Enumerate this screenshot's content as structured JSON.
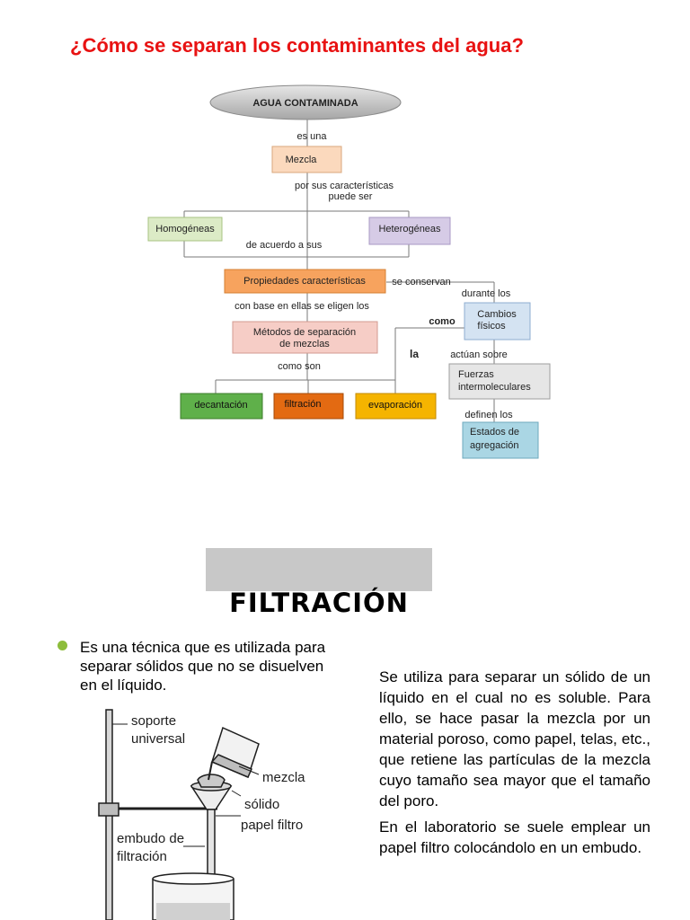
{
  "title": "¿Cómo se separan los contaminantes del agua?",
  "concept_map": {
    "root": "AGUA CONTAMINADA",
    "link_es_una": "es una",
    "node_mezcla": "Mezcla",
    "link_caracteristicas_1": "por sus características",
    "link_caracteristicas_2": "puede ser",
    "node_homogeneas": "Homogéneas",
    "node_heterogeneas": "Heterogéneas",
    "link_de_acuerdo": "de acuerdo a sus",
    "node_propiedades": "Propiedades características",
    "link_se_conservan": "se conservan",
    "link_durante_los": "durante los",
    "node_cambios_1": "Cambios",
    "node_cambios_2": "físicos",
    "link_con_base": "con base en ellas se eligen los",
    "link_como": "como",
    "node_metodos_1": "Métodos de separación",
    "node_metodos_2": "de mezclas",
    "link_la": "la",
    "link_actuan": "actúan sobre",
    "node_fuerzas_1": "Fuerzas",
    "node_fuerzas_2": "intermoleculares",
    "link_como_son": "como son",
    "node_decantacion": "decantación",
    "node_filtracion": "filtración",
    "node_evaporacion": "evaporación",
    "link_definen": "definen los",
    "node_estados_1": "Estados de",
    "node_estados_2": "agregación"
  },
  "section_title": "FILTRACIÓN",
  "bullet_text": "Es una técnica que es utilizada para separar sólidos que no se disuelven en el líquido.",
  "paragraph_1": "Se utiliza para separar un sólido de un líquido en el cual no es soluble. Para ello, se hace pasar la mezcla por un material poroso, como papel, telas, etc., que retiene las partículas de la mezcla cuyo tamaño sea mayor que el tamaño del poro.",
  "paragraph_2": "En el laboratorio se suele emplear un papel filtro colocándolo en un embudo.",
  "illustration": {
    "label_soporte_1": "soporte",
    "label_soporte_2": "universal",
    "label_mezcla": "mezcla",
    "label_solido": "sólido",
    "label_papel": "papel filtro",
    "label_embudo_1": "embudo de",
    "label_embudo_2": "filtración"
  },
  "colors": {
    "title": "#e81212",
    "root_fill": "#bdbdbd",
    "mezcla_fill": "#fbd9bd",
    "homogeneas_fill": "#dcebc6",
    "heterogeneas_fill": "#d6cbe6",
    "propiedades_fill": "#f7a35e",
    "metodos_fill": "#f6cdc6",
    "cambios_fill": "#d4e3f2",
    "fuerzas_fill": "#e6e6e6",
    "decantacion_fill": "#5fb04a",
    "filtracion_fill": "#e36a12",
    "evaporacion_fill": "#f5b400",
    "estados_fill": "#aad6e4",
    "bullet": "#8dbd3b"
  }
}
